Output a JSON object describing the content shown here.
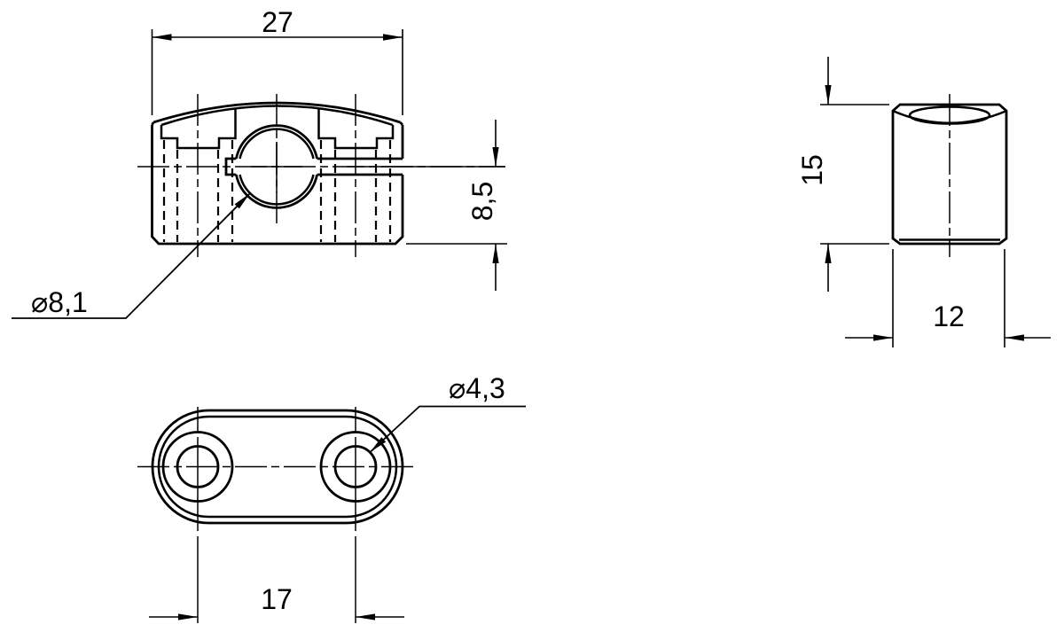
{
  "drawing": {
    "background": "#ffffff",
    "line_color": "#000000",
    "views": {
      "front_view": {
        "width_dimension": "27",
        "clamp_height_dimension": "8,5",
        "bore_diameter_callout": "⌀8,1"
      },
      "side_view": {
        "height_dimension": "15",
        "depth_dimension": "12"
      },
      "bottom_view": {
        "hole_diameter_callout": "⌀4,3",
        "hole_spacing_dimension": "17"
      }
    }
  }
}
